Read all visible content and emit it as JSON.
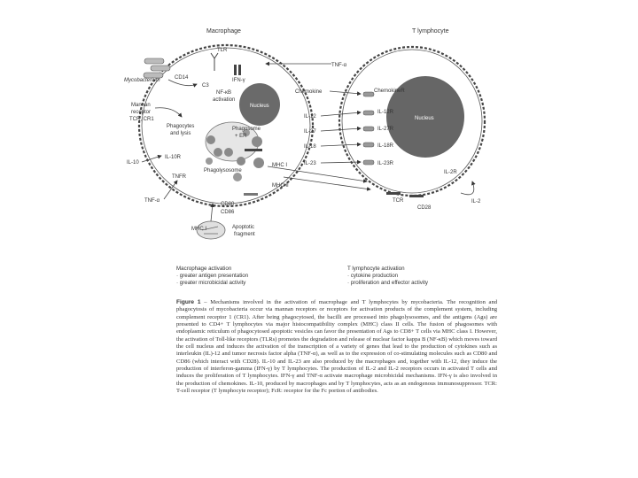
{
  "figure": {
    "macrophage_title": "Macrophage",
    "lymphocyte_title": "T lymphocyte",
    "mycobacterium": "Mycobacterium",
    "mannan_receptor": [
      "Mannan",
      "receptor",
      "TCR, CR1"
    ],
    "tlr": "TLR",
    "cd14": "CD14",
    "ifng_receptor": "IFN-γ",
    "c3": "C3",
    "nfkb": [
      "NF-κB",
      "activation"
    ],
    "nucleus": "Nucleus",
    "phagocytes": [
      "Phagocytes",
      "and lysis"
    ],
    "phagosome_er": [
      "Phagosome",
      "+ ER"
    ],
    "phagolysosome": "Phagolysosome",
    "il10r": "IL-10R",
    "il10": "IL-10",
    "tnf_alpha": "TNF-α",
    "tnfr": "TNFR",
    "mhc_i_left": "MHC I",
    "apoptotic": [
      "Apoptotic",
      "fragment"
    ],
    "cd80": "CD80",
    "cd86": "CD86",
    "mhc_i": "MHC I",
    "mhc_ii": "MHC II",
    "tnf_arrow": "TNF-α",
    "chemokine": "Chemokine",
    "il12": "IL-12",
    "il27": "IL-27",
    "il18": "IL-18",
    "il23": "IL-23",
    "chemokiner": "ChemokineR",
    "il12r": "IL-12R",
    "il27r": "IL-27R",
    "il18r": "IL-18R",
    "il23r": "IL-23R",
    "il2r": "IL-2R",
    "il2": "IL-2",
    "tcr": "TCR",
    "cd28": "CD28"
  },
  "summaries": {
    "left": [
      "Macrophage activation",
      "· greater antigen presentation",
      "· greater microbicidal activity"
    ],
    "right": [
      "T lymphocyte activation",
      "· cytokine production",
      "· proliferation and effector activity"
    ]
  },
  "caption": {
    "label": "Figure 1",
    "sep": "–",
    "text": "Mechanisms involved in the activation of macrophage and T lymphocytes by mycobacteria. The recognition and phagocytosis of mycobacteria occur via mannan receptors or receptors for activation products of the complement system, including complement receptor 1 (CR1). After being phagocytosed, the bacilli are processed into phagolysosomes, and the antigens (Ags) are presented to CD4+ T lymphocytes via major histocompatibility complex (MHC) class II cells. The fusion of phagosomes with endoplasmic reticulum of phagocytosed apoptotic vesicles can favor the presentation of Ags to CD8+ T cells via MHC class I. However, the activation of Toll-like receptors (TLRs) promotes the degradation and release of nuclear factor kappa B (NF-κB) which moves toward the cell nucleus and induces the activation of the transcription of a variety of genes that lead to the production of cytokines such as interleukin (IL)-12 and tumor necrosis factor alpha (TNF-α), as well as to the expression of co-stimulating molecules such as CD80 and CD86 (which interact with CD28). IL-10 and IL-23 are also produced by the macrophages and, together with IL-12, they induce the production of interferon-gamma (IFN-γ) by T lymphocytes. The production of IL-2 and IL-2 receptors occurs in activated T cells and induces the proliferation of T lymphocytes. IFN-γ and TNF-α activate macrophage microbicidal mechanisms. IFN-γ is also involved in the production of chemokines. IL-10, produced by macrophages and by T lymphocytes, acts as an endogenous immunosuppressor. TCR: T-cell receptor (T lymphocyte receptor); FcR: receptor for the Fc portion of antibodies."
  }
}
